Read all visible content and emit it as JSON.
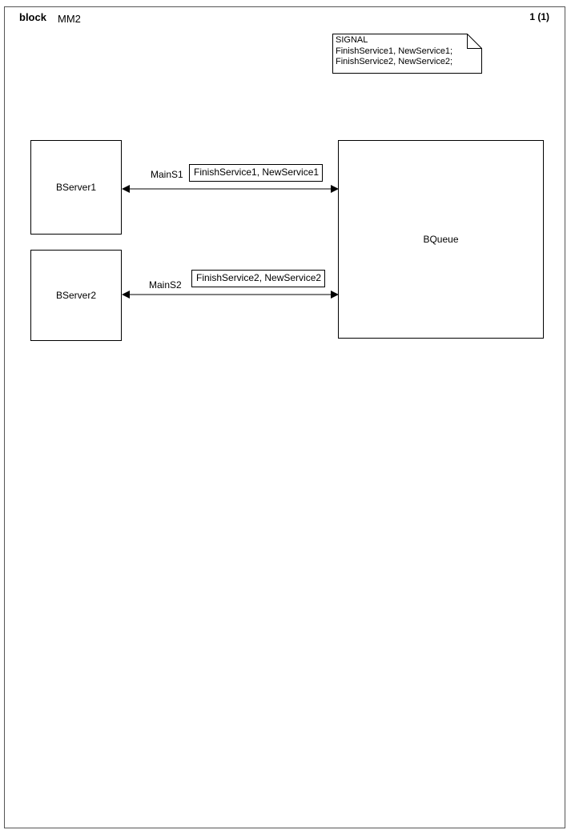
{
  "header": {
    "keyword": "block",
    "diagram_name": "MM2",
    "page_indicator": "1 (1)"
  },
  "signal_note": {
    "name": "signal-declaration-note",
    "lines": [
      "SIGNAL",
      "FinishService1, NewService1;",
      "FinishService2, NewService2;"
    ],
    "text": "SIGNAL\nFinishService1, NewService1;\nFinishService2, NewService2;"
  },
  "blocks": [
    {
      "id": "bserver1",
      "label": "BServer1"
    },
    {
      "id": "bserver2",
      "label": "BServer2"
    },
    {
      "id": "bqueue",
      "label": "BQueue"
    }
  ],
  "channels": [
    {
      "id": "mains1",
      "name": "MainS1",
      "signal_list": "FinishService1, NewService1",
      "from": "BServer1",
      "to": "BQueue",
      "bidirectional": true
    },
    {
      "id": "mains2",
      "name": "MainS2",
      "signal_list": "FinishService2, NewService2",
      "from": "BServer2",
      "to": "BQueue",
      "bidirectional": true
    }
  ],
  "colors": {
    "line": "#808080",
    "border": "#000000",
    "frame": "#555555",
    "background": "#ffffff",
    "text": "#000000"
  }
}
